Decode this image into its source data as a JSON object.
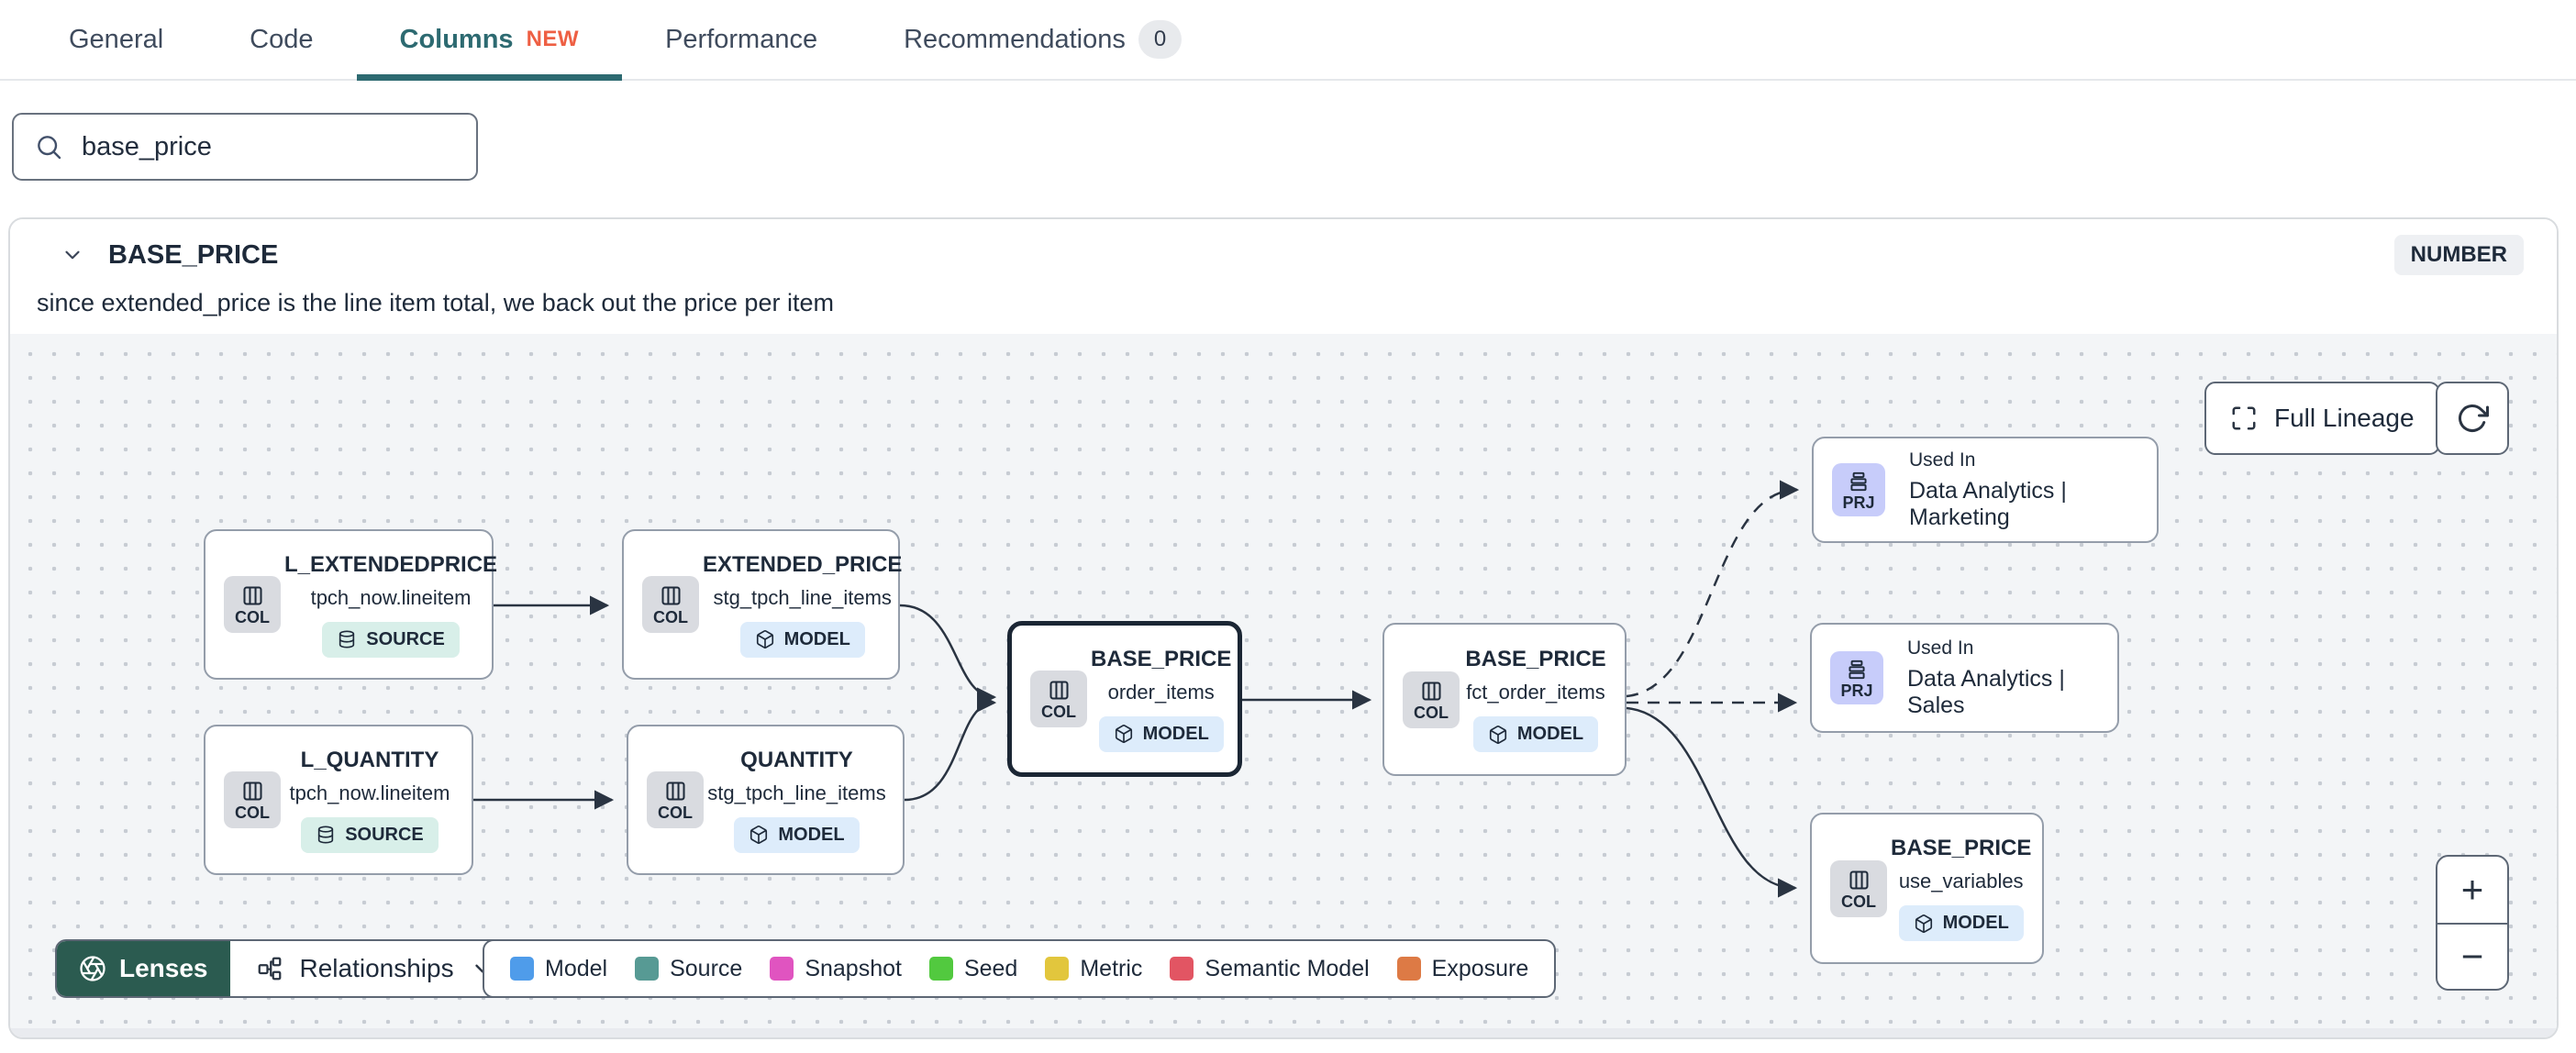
{
  "tabs": {
    "items": [
      {
        "label": "General"
      },
      {
        "label": "Code"
      },
      {
        "label": "Columns",
        "badge": "NEW"
      },
      {
        "label": "Performance"
      },
      {
        "label": "Recommendations",
        "count": "0"
      }
    ]
  },
  "search": {
    "value": "base_price"
  },
  "column": {
    "name": "BASE_PRICE",
    "data_type": "NUMBER",
    "description": "since extended_price is the line item total, we back out the price per item"
  },
  "lineage": {
    "full_lineage_label": "Full Lineage",
    "toolbar": {
      "lenses_label": "Lenses",
      "relationships_label": "Relationships"
    },
    "zoom_in": "+",
    "zoom_out": "−",
    "nodes": [
      {
        "badge": "COL",
        "title": "L_EXTENDEDPRICE",
        "subtitle": "tpch_now.lineitem",
        "pill": "SOURCE"
      },
      {
        "badge": "COL",
        "title": "L_QUANTITY",
        "subtitle": "tpch_now.lineitem",
        "pill": "SOURCE"
      },
      {
        "badge": "COL",
        "title": "EXTENDED_PRICE",
        "subtitle": "stg_tpch_line_items",
        "pill": "MODEL"
      },
      {
        "badge": "COL",
        "title": "QUANTITY",
        "subtitle": "stg_tpch_line_items",
        "pill": "MODEL"
      },
      {
        "badge": "COL",
        "title": "BASE_PRICE",
        "subtitle": "order_items",
        "pill": "MODEL",
        "selected": true
      },
      {
        "badge": "COL",
        "title": "BASE_PRICE",
        "subtitle": "fct_order_items",
        "pill": "MODEL"
      },
      {
        "badge": "PRJ",
        "used_in": "Used In",
        "title": "Data Analytics | Marketing"
      },
      {
        "badge": "PRJ",
        "used_in": "Used In",
        "title": "Data Analytics | Sales"
      },
      {
        "badge": "COL",
        "title": "BASE_PRICE",
        "subtitle": "use_variables",
        "pill": "MODEL"
      }
    ],
    "legend": [
      {
        "label": "Model",
        "color": "#4f9cea"
      },
      {
        "label": "Source",
        "color": "#579a94"
      },
      {
        "label": "Snapshot",
        "color": "#e054c0"
      },
      {
        "label": "Seed",
        "color": "#52c93f"
      },
      {
        "label": "Metric",
        "color": "#e2c63d"
      },
      {
        "label": "Semantic Model",
        "color": "#e25563"
      },
      {
        "label": "Exposure",
        "color": "#dd7a45"
      }
    ]
  }
}
